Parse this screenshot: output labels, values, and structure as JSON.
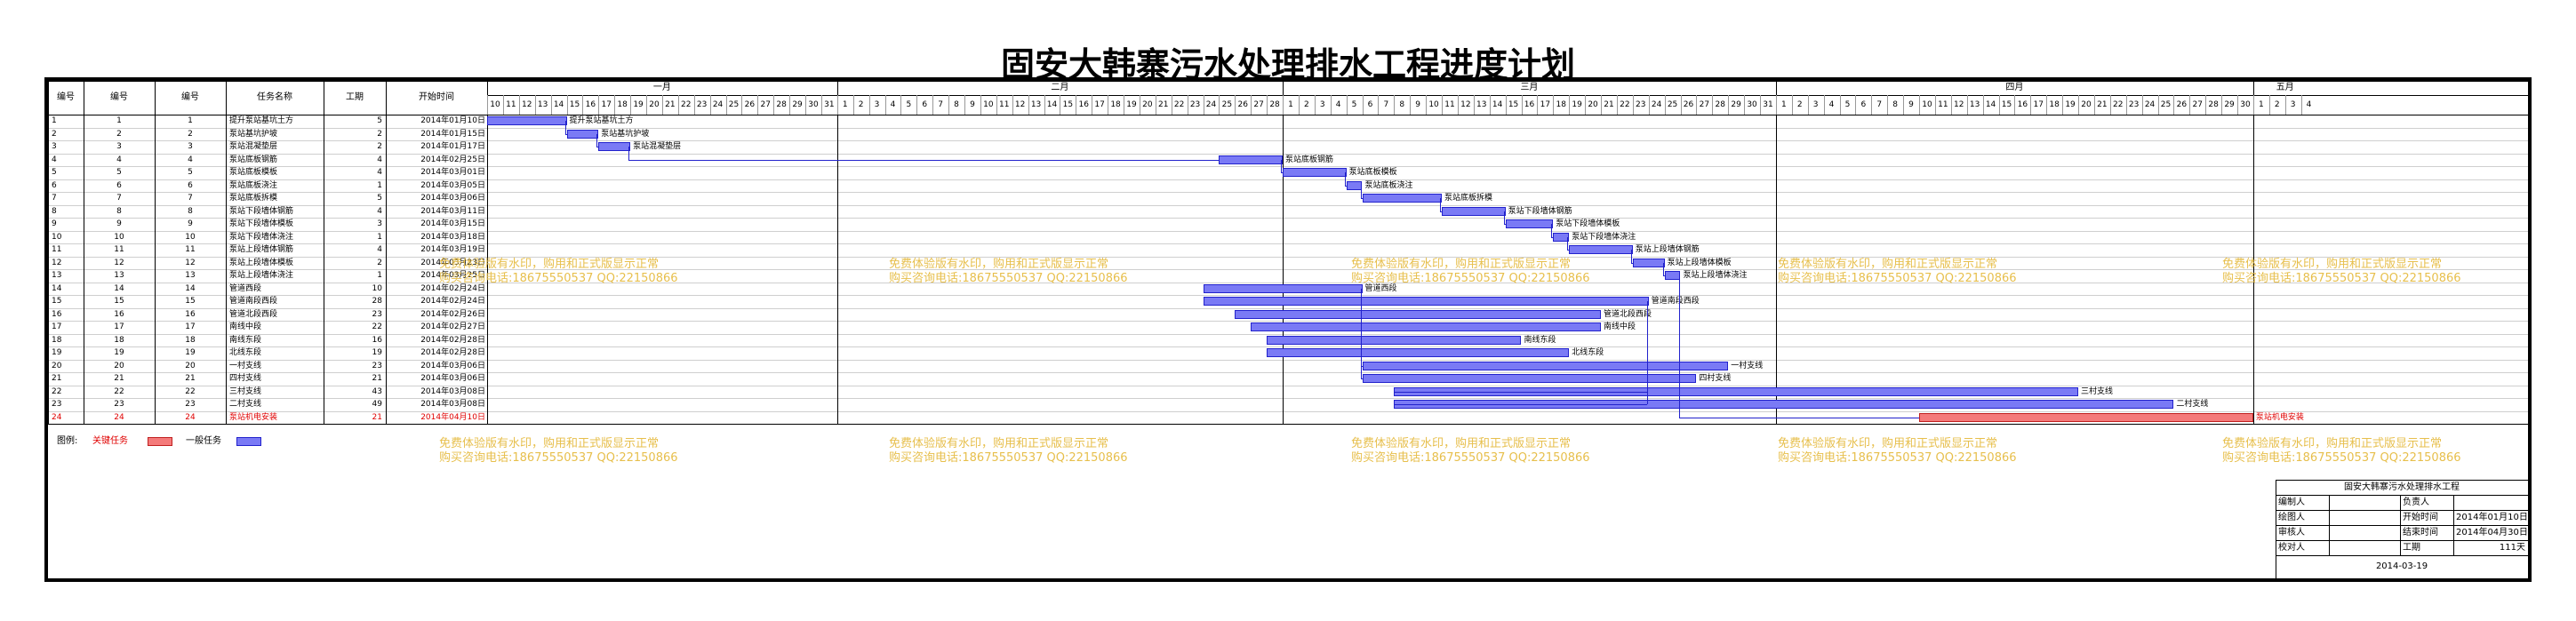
{
  "title": "固安大韩寨污水处理排水工程进度计划",
  "headers": [
    "编号",
    "编号",
    "编号",
    "任务名称",
    "工期",
    "开始时间"
  ],
  "months": [
    "一月",
    "二月",
    "三月",
    "四月",
    "五月"
  ],
  "tasks": [
    {
      "n": "1",
      "name": "提升泵站基坑土方",
      "dur": "5",
      "start": "2014年01月10日",
      "crit": false
    },
    {
      "n": "2",
      "name": "泵站基坑护坡",
      "dur": "2",
      "start": "2014年01月15日",
      "crit": false
    },
    {
      "n": "3",
      "name": "泵站混凝垫层",
      "dur": "2",
      "start": "2014年01月17日",
      "crit": false
    },
    {
      "n": "4",
      "name": "泵站底板钢筋",
      "dur": "4",
      "start": "2014年02月25日",
      "crit": false
    },
    {
      "n": "5",
      "name": "泵站底板模板",
      "dur": "4",
      "start": "2014年03月01日",
      "crit": false
    },
    {
      "n": "6",
      "name": "泵站底板浇注",
      "dur": "1",
      "start": "2014年03月05日",
      "crit": false
    },
    {
      "n": "7",
      "name": "泵站底板拆模",
      "dur": "5",
      "start": "2014年03月06日",
      "crit": false
    },
    {
      "n": "8",
      "name": "泵站下段墙体钢筋",
      "dur": "4",
      "start": "2014年03月11日",
      "crit": false
    },
    {
      "n": "9",
      "name": "泵站下段墙体模板",
      "dur": "3",
      "start": "2014年03月15日",
      "crit": false
    },
    {
      "n": "10",
      "name": "泵站下段墙体浇注",
      "dur": "1",
      "start": "2014年03月18日",
      "crit": false
    },
    {
      "n": "11",
      "name": "泵站上段墙体钢筋",
      "dur": "4",
      "start": "2014年03月19日",
      "crit": false
    },
    {
      "n": "12",
      "name": "泵站上段墙体模板",
      "dur": "2",
      "start": "2014年03月23日",
      "crit": false
    },
    {
      "n": "13",
      "name": "泵站上段墙体浇注",
      "dur": "1",
      "start": "2014年03月25日",
      "crit": false
    },
    {
      "n": "14",
      "name": "管道西段",
      "dur": "10",
      "start": "2014年02月24日",
      "crit": false
    },
    {
      "n": "15",
      "name": "管道南段西段",
      "dur": "28",
      "start": "2014年02月24日",
      "crit": false
    },
    {
      "n": "16",
      "name": "管道北段西段",
      "dur": "23",
      "start": "2014年02月26日",
      "crit": false
    },
    {
      "n": "17",
      "name": "南线中段",
      "dur": "22",
      "start": "2014年02月27日",
      "crit": false
    },
    {
      "n": "18",
      "name": "南线东段",
      "dur": "16",
      "start": "2014年02月28日",
      "crit": false
    },
    {
      "n": "19",
      "name": "北线东段",
      "dur": "19",
      "start": "2014年02月28日",
      "crit": false
    },
    {
      "n": "20",
      "name": "一村支线",
      "dur": "23",
      "start": "2014年03月06日",
      "crit": false
    },
    {
      "n": "21",
      "name": "四村支线",
      "dur": "21",
      "start": "2014年03月06日",
      "crit": false
    },
    {
      "n": "22",
      "name": "三村支线",
      "dur": "43",
      "start": "2014年03月08日",
      "crit": false
    },
    {
      "n": "23",
      "name": "二村支线",
      "dur": "49",
      "start": "2014年03月08日",
      "crit": false
    },
    {
      "n": "24",
      "name": "泵站机电安装",
      "dur": "21",
      "start": "2014年04月10日",
      "crit": true
    }
  ],
  "watermark": {
    "line1": "免费体验版有水印，购用和正式版显示正常",
    "line2": "购买咨询电话:18675550537 QQ:22150866"
  },
  "legend": {
    "label": "图例:",
    "critical": "关键任务",
    "normal": "一般任务",
    "critical_color": "#f47a7a",
    "normal_color": "#7a7af5"
  },
  "titleblock": {
    "project": "固安大韩寨污水处理排水工程",
    "rows": [
      [
        "编制人",
        "",
        "负责人",
        ""
      ],
      [
        "绘图人",
        "",
        "开始时间",
        "2014年01月10日"
      ],
      [
        "审核人",
        "",
        "结束时间",
        "2014年04月30日"
      ],
      [
        "校对人",
        "",
        "工期",
        "111天"
      ]
    ],
    "date": "2014-03-19"
  }
}
